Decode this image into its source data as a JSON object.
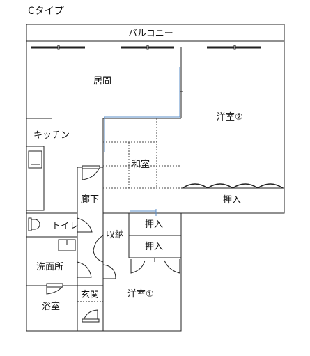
{
  "title": "Cタイプ",
  "rooms": {
    "balcony": "バルコニー",
    "living": "居間",
    "western2": "洋室②",
    "kitchen": "キッチン",
    "washitsu": "和室",
    "closet_right": "押入",
    "hallway": "廊下",
    "toilet": "トイレ",
    "storage": "収納",
    "closet_upper": "押入",
    "closet_lower": "押入",
    "washroom": "洗面所",
    "bathroom": "浴室",
    "entrance": "玄関",
    "western1": "洋室①"
  },
  "colors": {
    "wall": "#1a1a1a",
    "line": "#222222",
    "accent": "#5b8fc9"
  }
}
